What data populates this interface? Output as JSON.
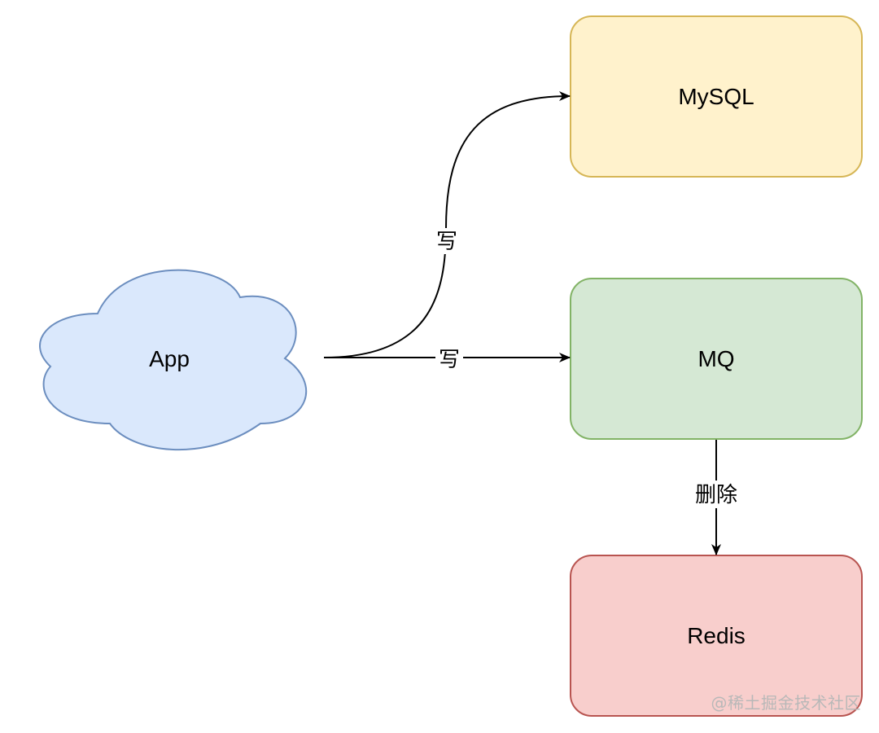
{
  "nodes": {
    "app": {
      "label": "App",
      "fill": "#dae8fc",
      "stroke": "#6c8ebf"
    },
    "mysql": {
      "label": "MySQL",
      "fill": "#fff2cc",
      "stroke": "#d6b656"
    },
    "mq": {
      "label": "MQ",
      "fill": "#d5e8d4",
      "stroke": "#82b366"
    },
    "redis": {
      "label": "Redis",
      "fill": "#f8cecc",
      "stroke": "#b85450"
    }
  },
  "edges": {
    "app_to_mysql": {
      "label": "写"
    },
    "app_to_mq": {
      "label": "写"
    },
    "mq_to_redis": {
      "label": "删除"
    }
  },
  "watermark": "@稀土掘金技术社区"
}
